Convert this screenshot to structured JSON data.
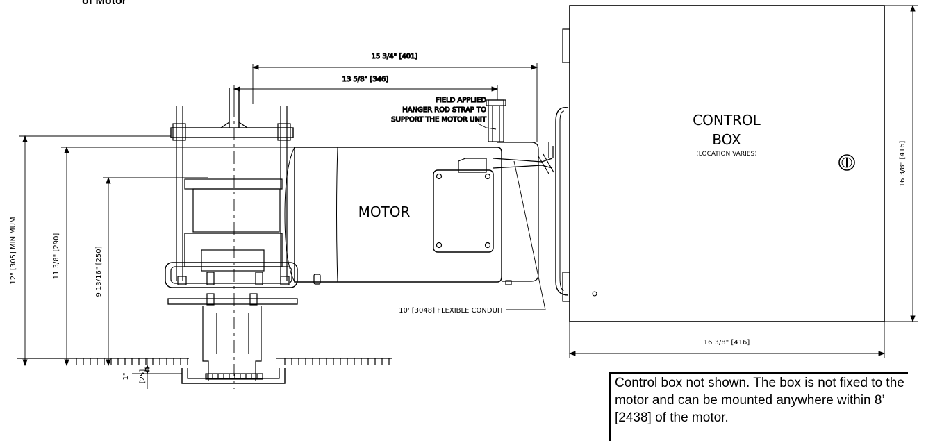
{
  "heading": "of Motor",
  "dimensions": {
    "overall_length": "15 3/4\" [401]",
    "motor_length": "13 5/8\" [346]",
    "min_height": "12\" [305] MINIMUM",
    "height_a": "11 3/8\" [290]",
    "height_b": "9 13/16\" [250]",
    "bottom_clearance_in": "1\"",
    "bottom_clearance_mm": "[25]",
    "box_width": "16 3/8\" [416]",
    "box_height": "16 3/8\" [416]"
  },
  "labels": {
    "strap_line1": "FIELD APPLIED",
    "strap_line2": "HANGER ROD STRAP TO",
    "strap_line3": "SUPPORT THE MOTOR UNIT",
    "motor": "MOTOR",
    "control_line1": "CONTROL",
    "control_line2": "BOX",
    "control_location": "(LOCATION VARIES)",
    "conduit": "10' [3048] FLEXIBLE CONDUIT"
  },
  "note": "Control box not shown.  The box is not fixed to the motor and can be mounted anywhere within 8’ [2438] of the motor."
}
